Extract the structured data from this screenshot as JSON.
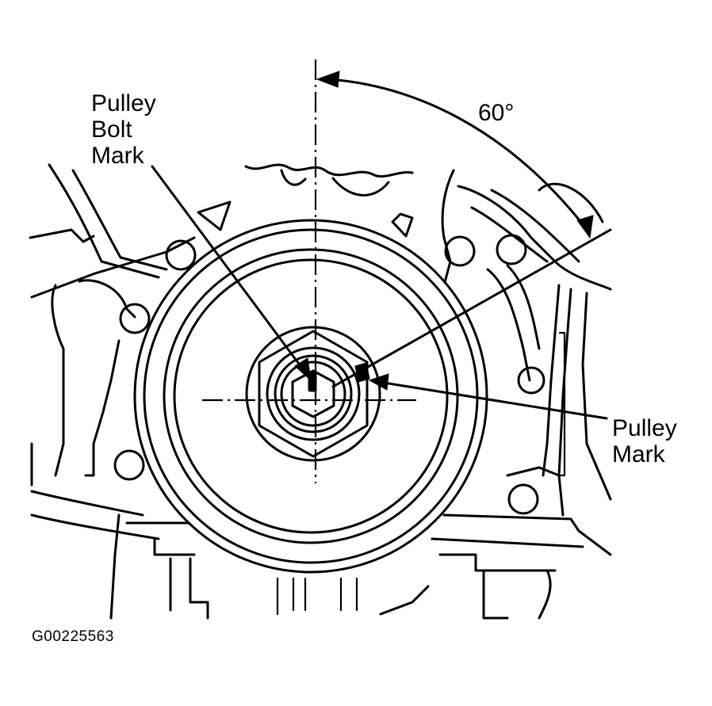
{
  "labels": {
    "angle": "60°",
    "pulley_bolt_mark": [
      "Pulley",
      "Bolt",
      "Mark"
    ],
    "pulley_mark": [
      "Pulley",
      "Mark"
    ],
    "figure_code": "G00225563"
  },
  "angle_degrees": 60
}
